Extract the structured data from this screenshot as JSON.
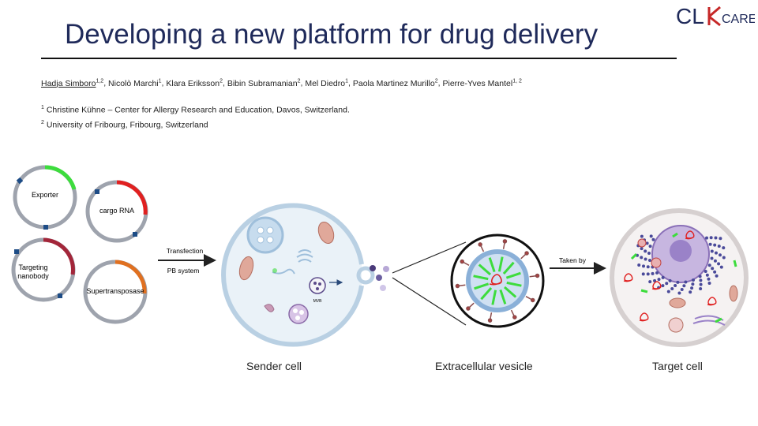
{
  "header": {
    "title": "Developing a new platform for drug delivery",
    "logo": {
      "left": "CL",
      "right": "CARE",
      "mark_color": "#c62828"
    }
  },
  "authors": [
    {
      "name": "Hadja Simboro",
      "sup": "1,2",
      "presenter": true
    },
    {
      "name": "Nicolò Marchi",
      "sup": "1"
    },
    {
      "name": "Klara Eriksson",
      "sup": "2"
    },
    {
      "name": "Bibin Subramanian",
      "sup": "2"
    },
    {
      "name": "Mel Diedro",
      "sup": "1"
    },
    {
      "name": "Paola Martinez Murillo",
      "sup": "2"
    },
    {
      "name": "Pierre-Yves Mantel",
      "sup": "1, 2"
    }
  ],
  "affiliations": [
    {
      "sup": "1",
      "text": "Christine Kühne – Center for Allergy Research and Education, Davos, Switzerland."
    },
    {
      "sup": "2",
      "text": "University of Fribourg, Fribourg, Switzerland"
    }
  ],
  "plasmids": [
    {
      "label": "Exporter",
      "accent": "#3ddc3d"
    },
    {
      "label": "cargo RNA",
      "accent": "#e02020"
    },
    {
      "label": "Targeting nanobody",
      "accent": "#a3263a"
    },
    {
      "label": "Supertransposase",
      "accent": "#e07020"
    }
  ],
  "arrows": {
    "transfection_top": "Transfection",
    "transfection_bottom": "PB system",
    "taken_by": "Taken by"
  },
  "sender_cell": {
    "label": "Sender cell",
    "mvb_label": "MVB"
  },
  "vesicle": {
    "label": "Extracellular vesicle"
  },
  "target_cell": {
    "label": "Target cell"
  }
}
